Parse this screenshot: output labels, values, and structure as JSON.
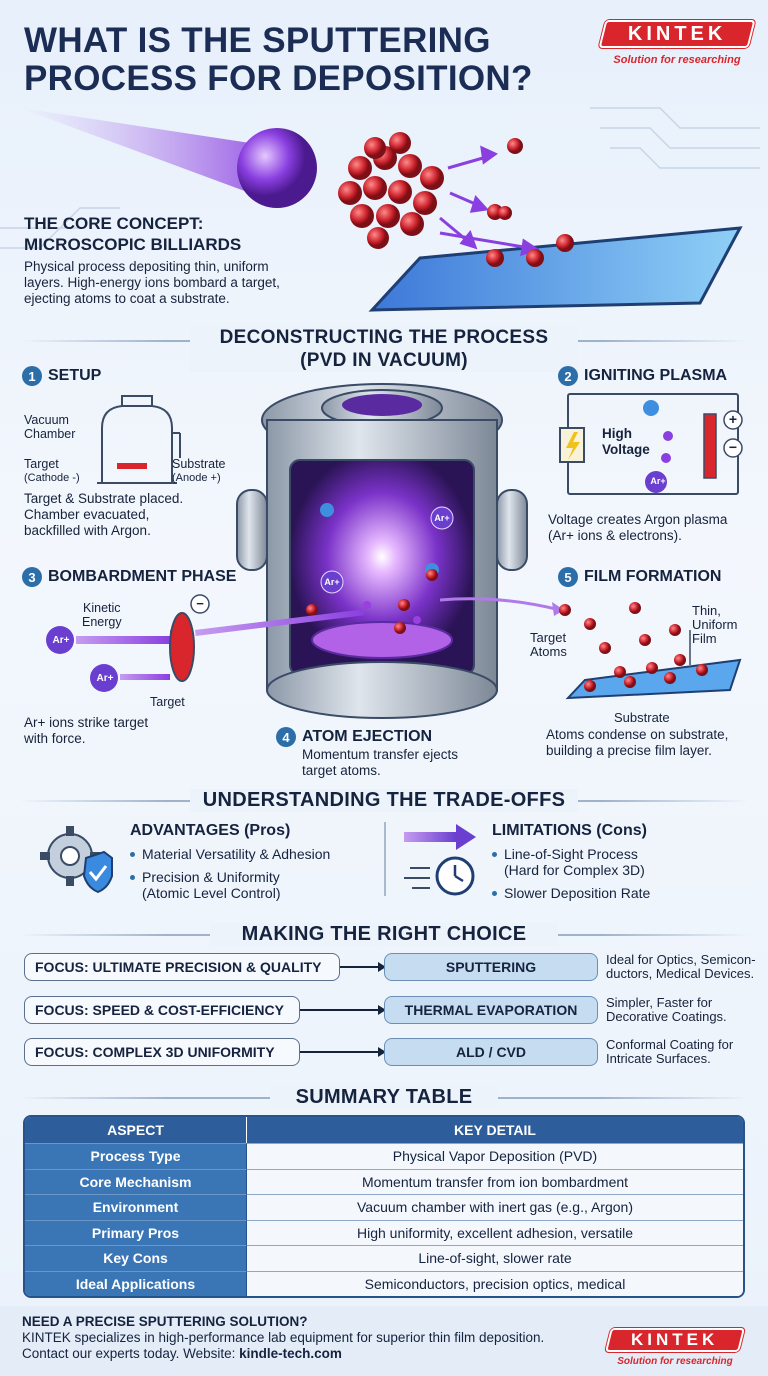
{
  "header": {
    "title_line1": "WHAT IS THE SPUTTERING",
    "title_line2": "PROCESS FOR DEPOSITION?"
  },
  "brand": {
    "name": "KINTEK",
    "tagline": "Solution for researching",
    "color": "#d9262c"
  },
  "core": {
    "title_line1": "THE CORE CONCEPT:",
    "title_line2": "MICROSCOPIC BILLIARDS",
    "text_line1": "Physical process depositing thin, uniform",
    "text_line2": "layers. High-energy ions bombard a target,",
    "text_line3": "ejecting atoms to coat a substrate."
  },
  "process": {
    "title_line1": "DECONSTRUCTING THE PROCESS",
    "title_line2": "(PVD IN VACUUM)"
  },
  "steps": {
    "s1": {
      "num": "1",
      "title": "SETUP",
      "vacuum_1": "Vacuum",
      "vacuum_2": "Chamber",
      "target": "Target",
      "cathode": "(Cathode -)",
      "substrate": "Substrate",
      "anode": "(Anode +)",
      "desc1": "Target & Substrate placed.",
      "desc2": "Chamber evacuated,",
      "desc3": "backfilled with Argon."
    },
    "s2": {
      "num": "2",
      "title": "IGNITING PLASMA",
      "hv1": "High",
      "hv2": "Voltage",
      "plus": "+",
      "minus": "−",
      "ar": "Ar+",
      "desc1": "Voltage creates Argon plasma",
      "desc2": "(Ar+ ions & electrons)."
    },
    "s3": {
      "num": "3",
      "title": "BOMBARDMENT PHASE",
      "ke1": "Kinetic",
      "ke2": "Energy",
      "ar": "Ar+",
      "target": "Target",
      "minus": "−",
      "desc1": "Ar+ ions strike target",
      "desc2": "with force."
    },
    "s4": {
      "num": "4",
      "title": "ATOM EJECTION",
      "desc1": "Momentum transfer ejects",
      "desc2": "target atoms."
    },
    "s5": {
      "num": "5",
      "title": "FILM FORMATION",
      "thin1": "Thin,",
      "thin2": "Uniform",
      "thin3": "Film",
      "ta1": "Target",
      "ta2": "Atoms",
      "substrate": "Substrate",
      "desc1": "Atoms condense on substrate,",
      "desc2": "building a precise film layer."
    }
  },
  "chamber": {
    "ion_label": "Ar+"
  },
  "tradeoffs": {
    "title": "UNDERSTANDING THE TRADE-OFFS",
    "pros": {
      "title": "ADVANTAGES (Pros)",
      "items": [
        "Material Versatility & Adhesion",
        "Precision & Uniformity",
        "(Atomic Level Control)"
      ]
    },
    "cons": {
      "title": "LIMITATIONS (Cons)",
      "items": [
        "Line-of-Sight Process",
        "(Hard for Complex 3D)",
        "Slower Deposition Rate"
      ]
    }
  },
  "choice": {
    "title": "MAKING THE RIGHT CHOICE",
    "rows": [
      {
        "focus": "FOCUS: ULTIMATE PRECISION & QUALITY",
        "result": "SPUTTERING",
        "note1": "Ideal for Optics, Semicon-",
        "note2": "ductors, Medical Devices."
      },
      {
        "focus": "FOCUS: SPEED & COST-EFFICIENCY",
        "result": "THERMAL EVAPORATION",
        "note1": "Simpler, Faster for",
        "note2": "Decorative Coatings."
      },
      {
        "focus": "FOCUS: COMPLEX 3D UNIFORMITY",
        "result": "ALD / CVD",
        "note1": "Conformal Coating for",
        "note2": "Intricate Surfaces."
      }
    ]
  },
  "summary": {
    "title": "SUMMARY TABLE",
    "headers": [
      "ASPECT",
      "KEY DETAIL"
    ],
    "rows": [
      [
        "Process Type",
        "Physical Vapor Deposition (PVD)"
      ],
      [
        "Core Mechanism",
        "Momentum transfer from ion bombardment"
      ],
      [
        "Environment",
        "Vacuum chamber with inert gas (e.g., Argon)"
      ],
      [
        "Primary Pros",
        "High uniformity, excellent adhesion, versatile"
      ],
      [
        "Key Cons",
        "Line-of-sight, slower rate"
      ],
      [
        "Ideal Applications",
        "Semiconductors, precision optics, medical"
      ]
    ]
  },
  "footer": {
    "line1": "NEED A PRECISE SPUTTERING SOLUTION?",
    "line2": "KINTEK specializes in high-performance lab equipment for superior thin film deposition.",
    "line3_prefix": "Contact our experts today. Website: ",
    "website": "kindle-tech.com"
  }
}
